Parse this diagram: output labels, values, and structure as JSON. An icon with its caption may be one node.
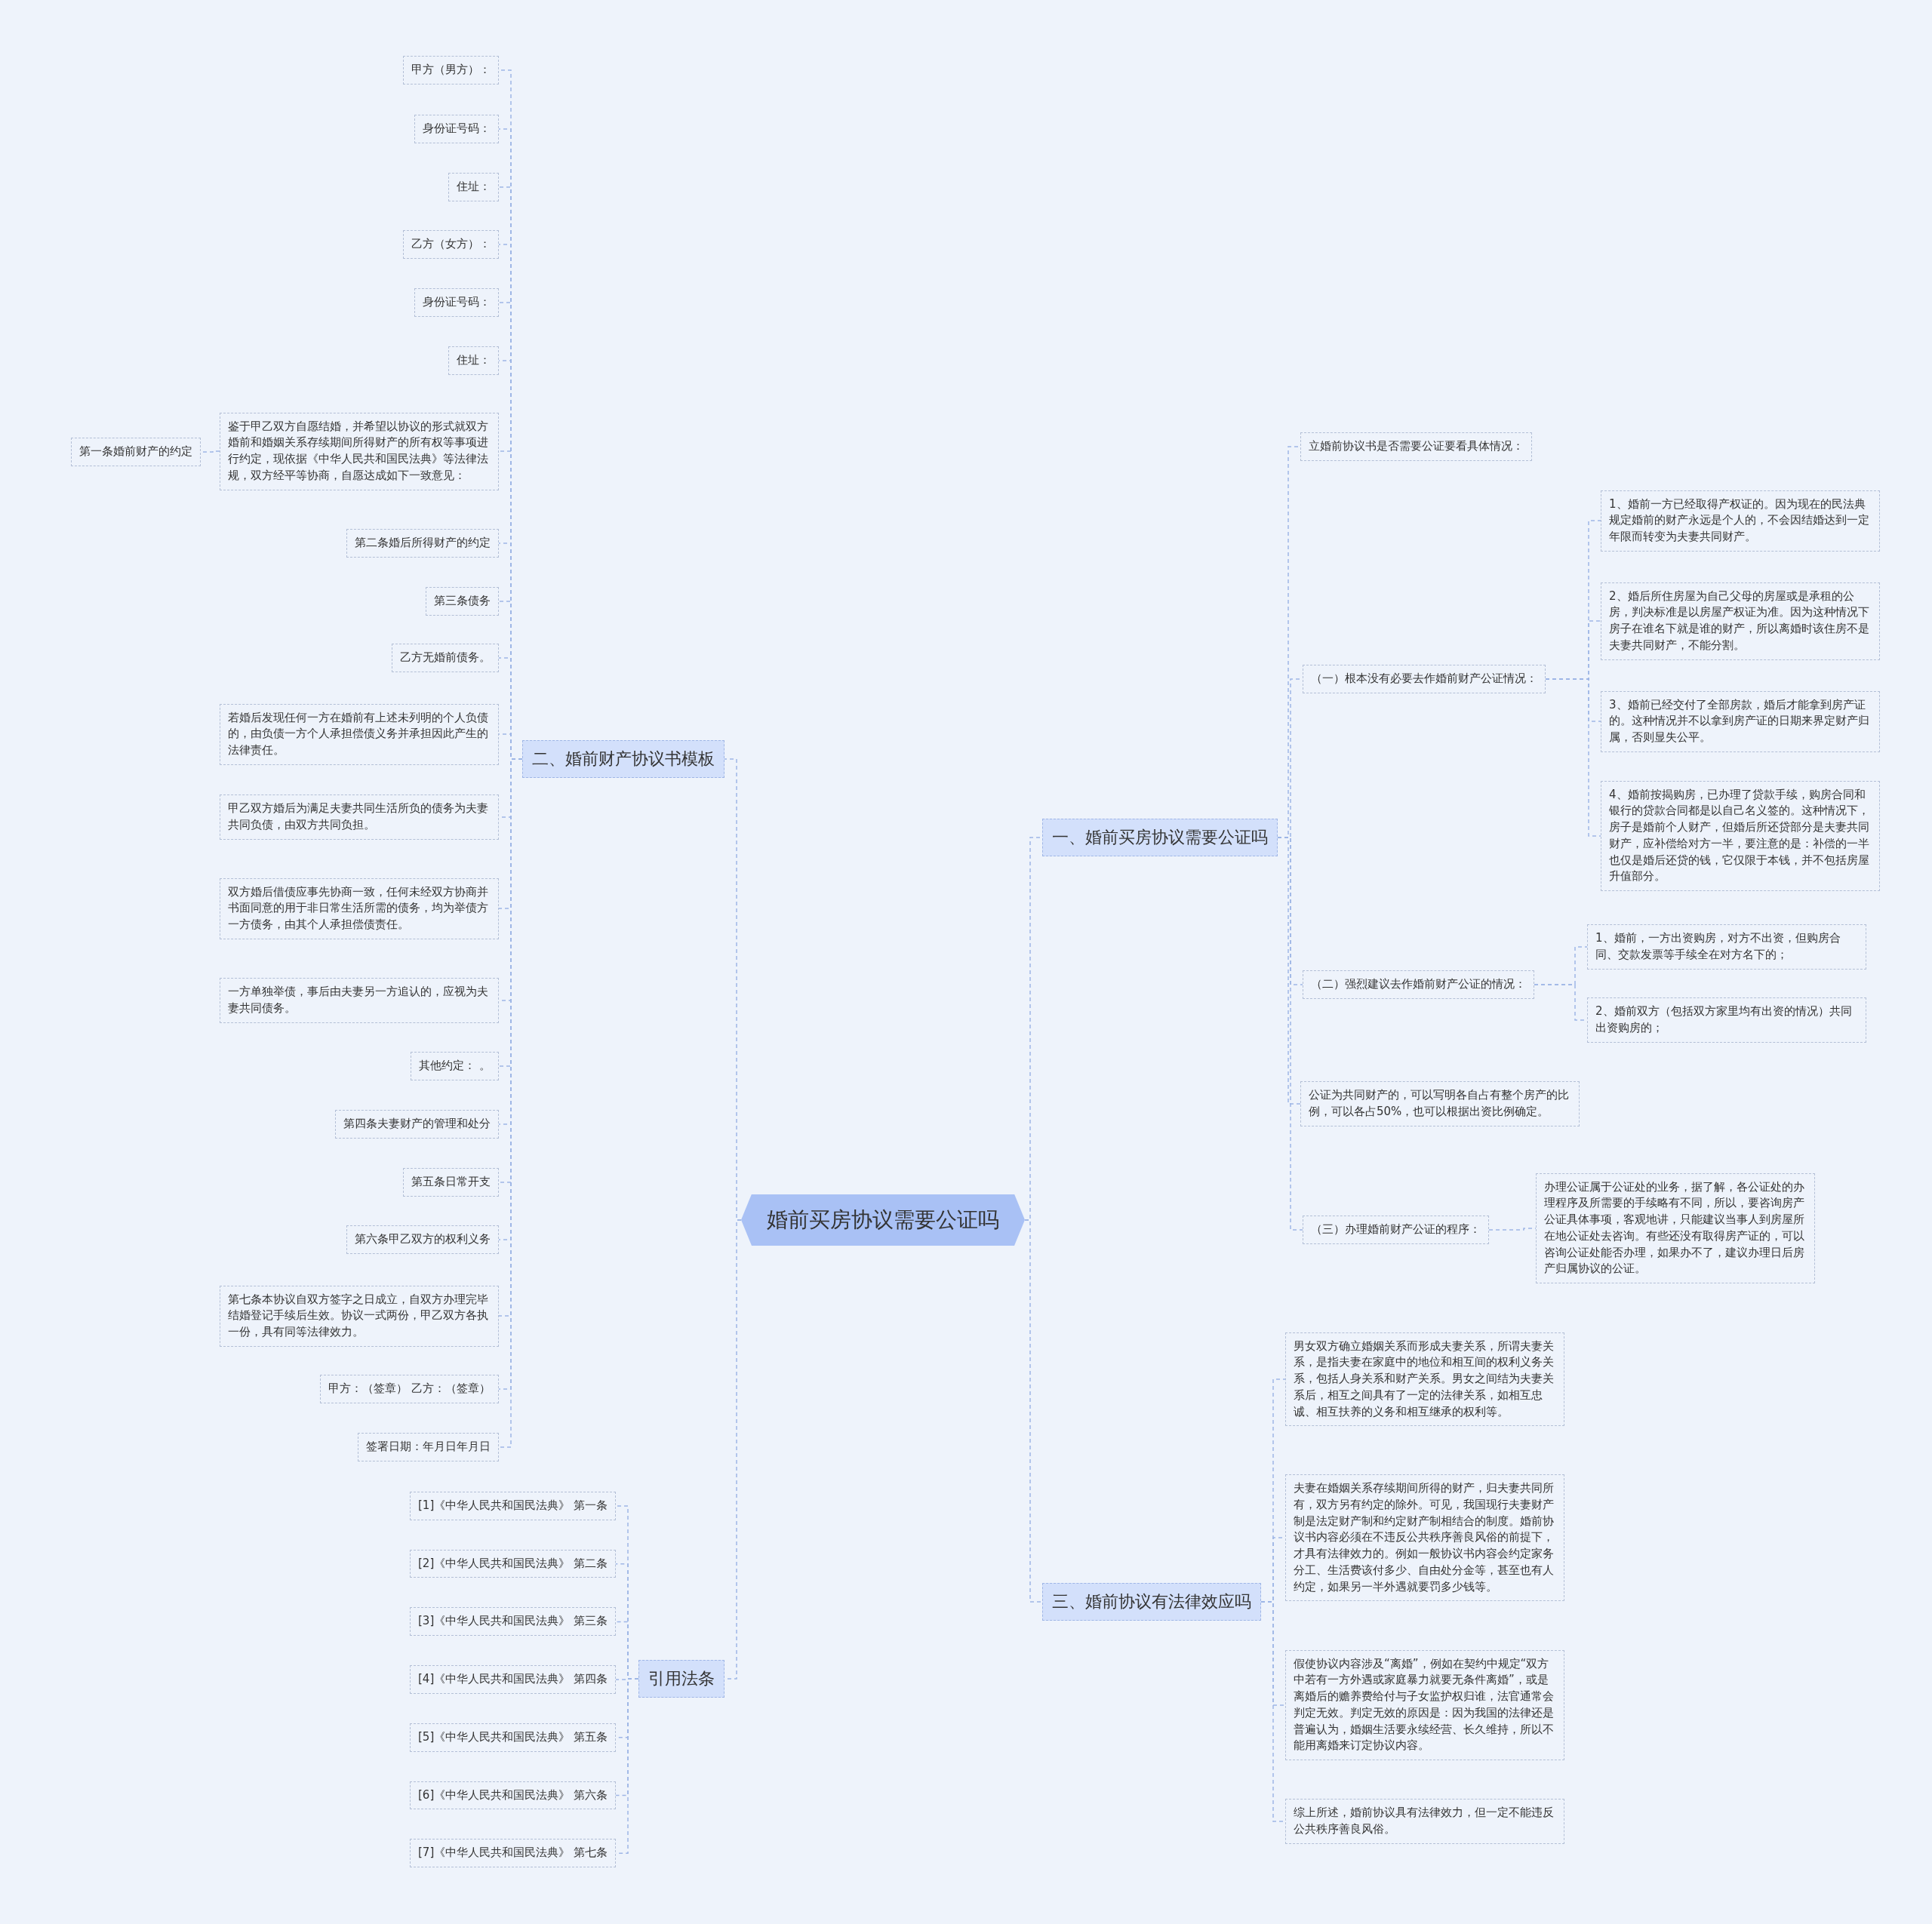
{
  "diagram": {
    "nodes": [
      {
        "text": [
          "婚前买房协议需要公证吗"
        ]
      },
      {
        "text": [
          "一、婚前买房协议需要公证吗"
        ]
      },
      {
        "text": [
          "立婚前协议书是否需要公证要看具体情况："
        ]
      },
      {
        "text": [
          "（一）根本没有必要去作婚前财产公证情况："
        ]
      },
      {
        "text": [
          "1、婚前一方已经取得产权证的。因为现在的民法典规定婚前的财产永远是个人的，不会因结婚达到一定年限而转变为夫妻共同财产。"
        ]
      },
      {
        "text": [
          "2、婚后所住房屋为自己父母的房屋或是承租的公房，判决标准是以房屋产权证为准。因为这种情况下房子在谁名下就是谁的财产，所以离婚时该住房不是夫妻共同财产，不能分割。"
        ]
      },
      {
        "text": [
          "3、婚前已经交付了全部房款，婚后才能拿到房产证的。这种情况并不以拿到房产证的日期来界定财产归属，否则显失公平。"
        ]
      },
      {
        "text": [
          "4、婚前按揭购房，已办理了贷款手续，购房合同和银行的贷款合同都是以自己名义签的。这种情况下，房子是婚前个人财产，但婚后所还贷部分是夫妻共同财产，应补偿给对方一半，要注意的是：补偿的一半也仅是婚后还贷的钱，它仅限于本钱，并不包括房屋升值部分。"
        ]
      },
      {
        "text": [
          "（二）强烈建议去作婚前财产公证的情况："
        ]
      },
      {
        "text": [
          "1、婚前，一方出资购房，对方不出资，但购房合同、交款发票等手续全在对方名下的；"
        ]
      },
      {
        "text": [
          "2、婚前双方（包括双方家里均有出资的情况）共同出资购房的；"
        ]
      },
      {
        "text": [
          "公证为共同财产的，可以写明各自占有整个房产的比例，可以各占50%，也可以根据出资比例确定。"
        ]
      },
      {
        "text": [
          "（三）办理婚前财产公证的程序："
        ]
      },
      {
        "text": [
          "办理公证属于公证处的业务，据了解，各公证处的办理程序及所需要的手续略有不同，所以，要咨询房产公证具体事项，客观地讲，只能建议当事人到房屋所在地公证处去咨询。有些还没有取得房产证的，可以咨询公证处能否办理，如果办不了，建议办理日后房产归属协议的公证。"
        ]
      },
      {
        "text": [
          "三、婚前协议有法律效应吗"
        ]
      },
      {
        "text": [
          "男女双方确立婚姻关系而形成夫妻关系，所谓夫妻关系，是指夫妻在家庭中的地位和相互间的权利义务关系，包括人身关系和财产关系。男女之间结为夫妻关系后，相互之间具有了一定的法律关系，如相互忠诚、相互扶养的义务和相互继承的权利等。"
        ]
      },
      {
        "text": [
          "夫妻在婚姻关系存续期间所得的财产，归夫妻共同所有，双方另有约定的除外。可见，我国现行夫妻财产制是法定财产制和约定财产制相结合的制度。婚前协议书内容必须在不违反公共秩序善良风俗的前提下，才具有法律效力的。例如一般协议书内容会约定家务分工、生活费该付多少、自由处分金等，甚至也有人约定，如果另一半外遇就要罚多少钱等。"
        ]
      },
      {
        "text": [
          "假使协议内容涉及“离婚”，例如在契约中规定“双方中若有一方外遇或家庭暴力就要无条件离婚”，或是离婚后的赡养费给付与子女监护权归谁，法官通常会判定无效。判定无效的原因是：因为我国的法律还是普遍认为，婚姻生活要永续经营、长久维持，所以不能用离婚来订定协议内容。"
        ]
      },
      {
        "text": [
          "综上所述，婚前协议具有法律效力，但一定不能违反公共秩序善良风俗。"
        ]
      },
      {
        "text": [
          "二、婚前财产协议书模板"
        ]
      },
      {
        "text": [
          "甲方（男方）："
        ]
      },
      {
        "text": [
          "身份证号码："
        ]
      },
      {
        "text": [
          "住址："
        ]
      },
      {
        "text": [
          "乙方（女方）："
        ]
      },
      {
        "text": [
          "身份证号码："
        ]
      },
      {
        "text": [
          "住址："
        ]
      },
      {
        "text": [
          "鉴于甲乙双方自愿结婚，并希望以协议的形式就双方婚前和婚姻关系存续期间所得财产的所有权等事项进行约定，现依据《中华人民共和国民法典》等法律法规，双方经平等协商，自愿达成如下一致意见："
        ]
      },
      {
        "text": [
          "第一条婚前财产的约定"
        ]
      },
      {
        "text": [
          "第二条婚后所得财产的约定"
        ]
      },
      {
        "text": [
          "第三条债务"
        ]
      },
      {
        "text": [
          "乙方无婚前债务。"
        ]
      },
      {
        "text": [
          "若婚后发现任何一方在婚前有上述未列明的个人负债的，由负债一方个人承担偿债义务并承担因此产生的法律责任。"
        ]
      },
      {
        "text": [
          "甲乙双方婚后为满足夫妻共同生活所负的债务为夫妻共同负债，由双方共同负担。"
        ]
      },
      {
        "text": [
          "双方婚后借债应事先协商一致，任何未经双方协商并书面同意的用于非日常生活所需的债务，均为举债方一方债务，由其个人承担偿债责任。"
        ]
      },
      {
        "text": [
          "一方单独举债，事后由夫妻另一方追认的，应视为夫妻共同债务。"
        ]
      },
      {
        "text": [
          "其他约定：  。"
        ]
      },
      {
        "text": [
          "第四条夫妻财产的管理和处分"
        ]
      },
      {
        "text": [
          "第五条日常开支"
        ]
      },
      {
        "text": [
          "第六条甲乙双方的权利义务"
        ]
      },
      {
        "text": [
          "第七条本协议自双方签字之日成立，自双方办理完毕结婚登记手续后生效。协议一式两份，甲乙双方各执一份，具有同等法律效力。"
        ]
      },
      {
        "text": [
          "甲方：（签章） 乙方：（签章）"
        ]
      },
      {
        "text": [
          "签署日期：年月日年月日"
        ]
      },
      {
        "text": [
          "引用法条"
        ]
      },
      {
        "text": [
          "[1]《中华人民共和国民法典》 第一条"
        ]
      },
      {
        "text": [
          "[2]《中华人民共和国民法典》 第二条"
        ]
      },
      {
        "text": [
          "[3]《中华人民共和国民法典》 第三条"
        ]
      },
      {
        "text": [
          "[4]《中华人民共和国民法典》 第四条"
        ]
      },
      {
        "text": [
          "[5]《中华人民共和国民法典》 第五条"
        ]
      },
      {
        "text": [
          "[6]《中华人民共和国民法典》 第六条"
        ]
      },
      {
        "text": [
          "[7]《中华人民共和国民法典》 第七条"
        ]
      }
    ],
    "edges": [
      {
        "from": 0,
        "to": 1,
        "arrow": "none"
      },
      {
        "from": 1,
        "to": 2,
        "arrow": "none"
      },
      {
        "from": 1,
        "to": 3,
        "arrow": "none"
      },
      {
        "from": 3,
        "to": 4,
        "arrow": "none"
      },
      {
        "from": 3,
        "to": 5,
        "arrow": "none"
      },
      {
        "from": 3,
        "to": 6,
        "arrow": "none"
      },
      {
        "from": 3,
        "to": 7,
        "arrow": "none"
      },
      {
        "from": 1,
        "to": 8,
        "arrow": "none"
      },
      {
        "from": 8,
        "to": 9,
        "arrow": "none"
      },
      {
        "from": 8,
        "to": 10,
        "arrow": "none"
      },
      {
        "from": 1,
        "to": 11,
        "arrow": "none"
      },
      {
        "from": 1,
        "to": 12,
        "arrow": "none"
      },
      {
        "from": 12,
        "to": 13,
        "arrow": "none"
      },
      {
        "from": 0,
        "to": 14,
        "arrow": "none"
      },
      {
        "from": 14,
        "to": 15,
        "arrow": "none"
      },
      {
        "from": 14,
        "to": 16,
        "arrow": "none"
      },
      {
        "from": 14,
        "to": 17,
        "arrow": "none"
      },
      {
        "from": 14,
        "to": 18,
        "arrow": "none"
      },
      {
        "from": 0,
        "to": 19,
        "arrow": "none"
      },
      {
        "from": 19,
        "to": 20,
        "arrow": "none"
      },
      {
        "from": 19,
        "to": 21,
        "arrow": "none"
      },
      {
        "from": 19,
        "to": 22,
        "arrow": "none"
      },
      {
        "from": 19,
        "to": 23,
        "arrow": "none"
      },
      {
        "from": 19,
        "to": 24,
        "arrow": "none"
      },
      {
        "from": 19,
        "to": 25,
        "arrow": "none"
      },
      {
        "from": 19,
        "to": 26,
        "arrow": "none"
      },
      {
        "from": 26,
        "to": 27,
        "arrow": "none"
      },
      {
        "from": 19,
        "to": 28,
        "arrow": "none"
      },
      {
        "from": 19,
        "to": 29,
        "arrow": "none"
      },
      {
        "from": 19,
        "to": 30,
        "arrow": "none"
      },
      {
        "from": 19,
        "to": 31,
        "arrow": "none"
      },
      {
        "from": 19,
        "to": 32,
        "arrow": "none"
      },
      {
        "from": 19,
        "to": 33,
        "arrow": "none"
      },
      {
        "from": 19,
        "to": 34,
        "arrow": "none"
      },
      {
        "from": 19,
        "to": 35,
        "arrow": "none"
      },
      {
        "from": 19,
        "to": 36,
        "arrow": "none"
      },
      {
        "from": 19,
        "to": 37,
        "arrow": "none"
      },
      {
        "from": 19,
        "to": 38,
        "arrow": "none"
      },
      {
        "from": 19,
        "to": 39,
        "arrow": "none"
      },
      {
        "from": 19,
        "to": 40,
        "arrow": "none"
      },
      {
        "from": 19,
        "to": 41,
        "arrow": "none"
      },
      {
        "from": 0,
        "to": 42,
        "arrow": "none"
      },
      {
        "from": 42,
        "to": 43,
        "arrow": "none"
      },
      {
        "from": 42,
        "to": 44,
        "arrow": "none"
      },
      {
        "from": 42,
        "to": 45,
        "arrow": "none"
      },
      {
        "from": 42,
        "to": 46,
        "arrow": "none"
      },
      {
        "from": 42,
        "to": 47,
        "arrow": "none"
      },
      {
        "from": 42,
        "to": 48,
        "arrow": "none"
      },
      {
        "from": 42,
        "to": 49,
        "arrow": "none"
      }
    ]
  }
}
